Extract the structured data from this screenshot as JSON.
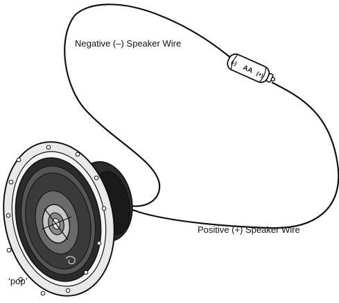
{
  "labels": {
    "negative_wire": "Negative (–) Speaker Wire",
    "positive_wire": "Positive (+) Speaker Wire",
    "pop": "‘pop’"
  },
  "battery": {
    "negative": "(-)",
    "type": "AA",
    "positive": "(+)"
  },
  "colors": {
    "line": "#111111",
    "background": "#ffffff",
    "cone_dark": "#2b2b2b",
    "cone_mid": "#6a6a6a",
    "frame_light": "#e9e9e9"
  },
  "icons": [
    "speaker",
    "aa-battery",
    "wire"
  ]
}
